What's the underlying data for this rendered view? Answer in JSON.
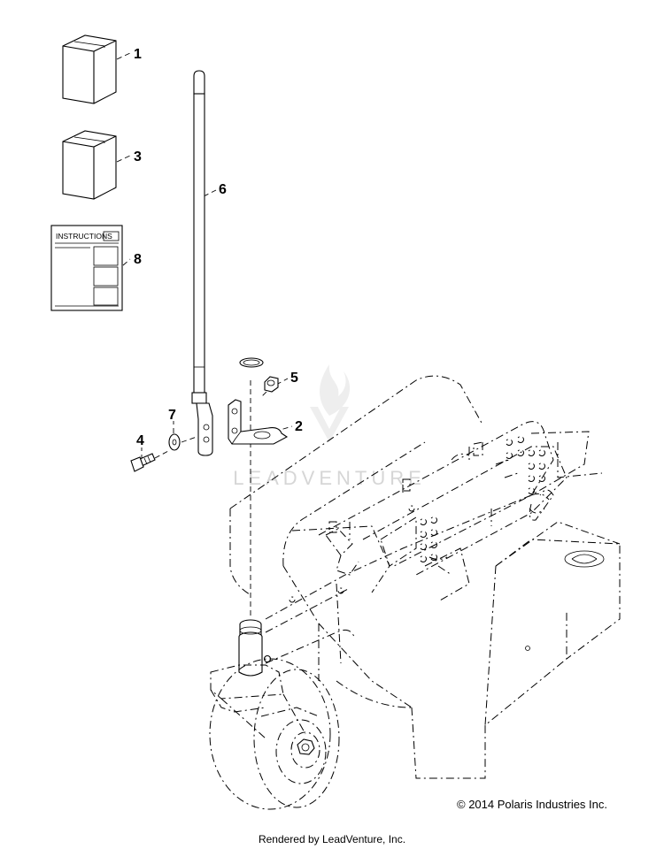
{
  "callouts": [
    {
      "id": "1",
      "label": "1"
    },
    {
      "id": "3",
      "label": "3"
    },
    {
      "id": "8",
      "label": "8"
    },
    {
      "id": "6",
      "label": "6"
    },
    {
      "id": "5",
      "label": "5"
    },
    {
      "id": "2",
      "label": "2"
    },
    {
      "id": "7",
      "label": "7"
    },
    {
      "id": "4",
      "label": "4"
    }
  ],
  "instructions_sheet": {
    "title": "INSTRUCTIONS"
  },
  "watermark": {
    "text": "LEADVENTURE"
  },
  "footer": {
    "copyright": "© 2014 Polaris Industries Inc.",
    "rendered_by": "Rendered by LeadVenture, Inc."
  }
}
